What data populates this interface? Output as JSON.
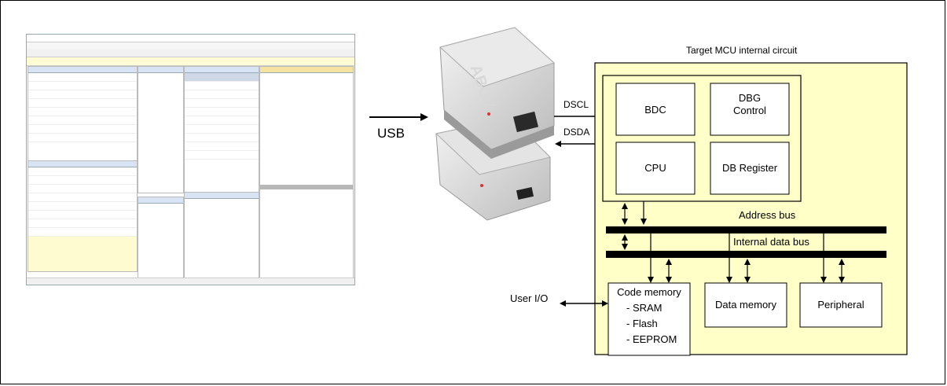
{
  "diagram": {
    "usb_label": "USB",
    "dscl_label": "DSCL",
    "dsda_label": "DSDA",
    "target_title": "Target MCU internal circuit",
    "bdc_label": "BDC",
    "dbg_label_line1": "DBG",
    "dbg_label_line2": "Control",
    "cpu_label": "CPU",
    "dbreg_label": "DB Register",
    "address_bus_label": "Address bus",
    "internal_bus_label": "Internal data bus",
    "code_memory_label": "Code memory",
    "sram_label": "- SRAM",
    "flash_label": "- Flash",
    "eeprom_label": "- EEPROM",
    "data_memory_label": "Data memory",
    "peripheral_label": "Peripheral",
    "user_io_label": "User I/O",
    "device_brand": "ABOV",
    "colors": {
      "target_fill": "#ffffc8",
      "bus": "#000000",
      "ide_pane_header": "#d8e4f3",
      "ide_yellow": "#fffbd0",
      "ide_toolbar": "#f1f1f1",
      "ide_subbar": "#fffbd5"
    }
  }
}
